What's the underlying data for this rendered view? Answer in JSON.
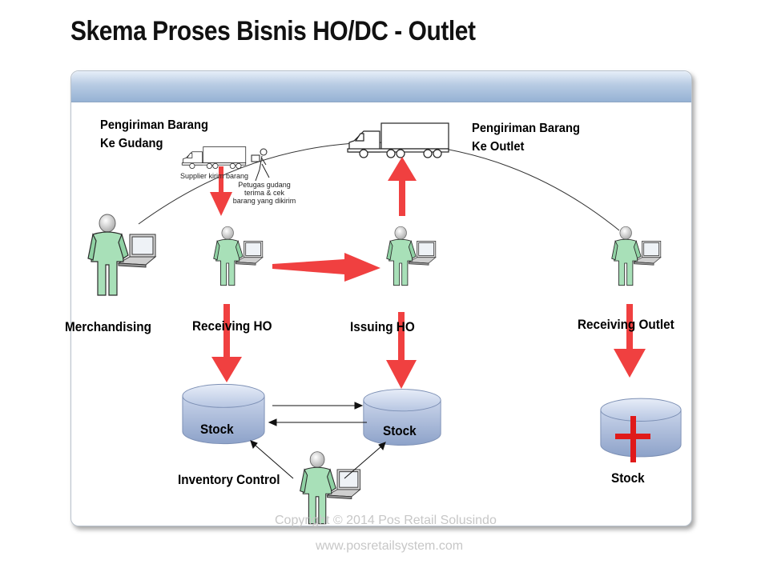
{
  "title": "Skema Proses Bisnis HO/DC - Outlet",
  "labels": {
    "pengiriman_gudang": [
      "Pengiriman Barang",
      "Ke Gudang"
    ],
    "pengiriman_outlet": [
      "Pengiriman Barang",
      "Ke Outlet"
    ],
    "supplier_note": "Supplier kirim barang",
    "petugas_note": [
      "Petugas gudang",
      "terima & cek",
      "barang yang dikirim"
    ],
    "merchandising": "Merchandising",
    "receiving_ho": "Receiving HO",
    "issuing_ho": "Issuing HO",
    "receiving_outlet": "Receiving  Outlet",
    "stock_1": "Stock",
    "stock_2": "Stock",
    "stock_3": "Stock",
    "inventory_control": "Inventory Control"
  },
  "footer": {
    "copyright": "Copyright © 2014 Pos Retail Solusindo",
    "website": "www.posretailsystem.com"
  },
  "colors": {
    "arrow": "#f04040",
    "person_body": "#a8e0b8",
    "person_head": "#d8d8d8",
    "stock_fill": "#aabbd8",
    "header_gradient": "#96b2d4"
  },
  "icons": [
    "truck-icon",
    "person-laptop-icon",
    "database-icon",
    "cross-icon"
  ]
}
